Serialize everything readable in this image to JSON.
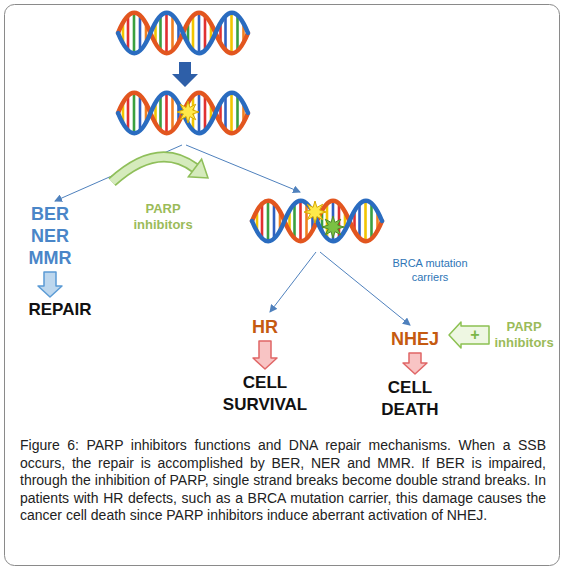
{
  "diagram": {
    "caption": "Figure 6: PARP inhibitors functions and DNA repair mechanisms. When a SSB occurs, the repair is accomplished by BER, NER and MMR. If BER is impaired, through the inhibition of PARP, single strand breaks become double strand breaks. In patients with HR defects, such as a BRCA mutation carrier, this damage causes the cancer cell death since PARP inhibitors induce aberrant activation of NHEJ.",
    "nodes": [
      {
        "text": [
          "BER NER MMR"
        ]
      },
      {
        "text": [
          "REPAIR"
        ]
      },
      {
        "text": [
          "HR"
        ]
      },
      {
        "text": [
          "CELL SURVIVAL"
        ]
      },
      {
        "text": [
          "NHEJ"
        ]
      },
      {
        "text": [
          "CELL DEATH"
        ]
      },
      {
        "text": [
          "PARP inhibitors"
        ]
      }
    ],
    "edges": [
      {
        "from": 0,
        "to": 1,
        "arrow": "to"
      },
      {
        "from": 2,
        "to": 3,
        "arrow": "to"
      },
      {
        "from": 4,
        "to": 5,
        "arrow": "to"
      },
      {
        "from": 6,
        "to": 4,
        "label": "+",
        "arrow": "to"
      }
    ],
    "labels": [
      "PARP inhibitors",
      "BRCA mutation carriers"
    ]
  }
}
